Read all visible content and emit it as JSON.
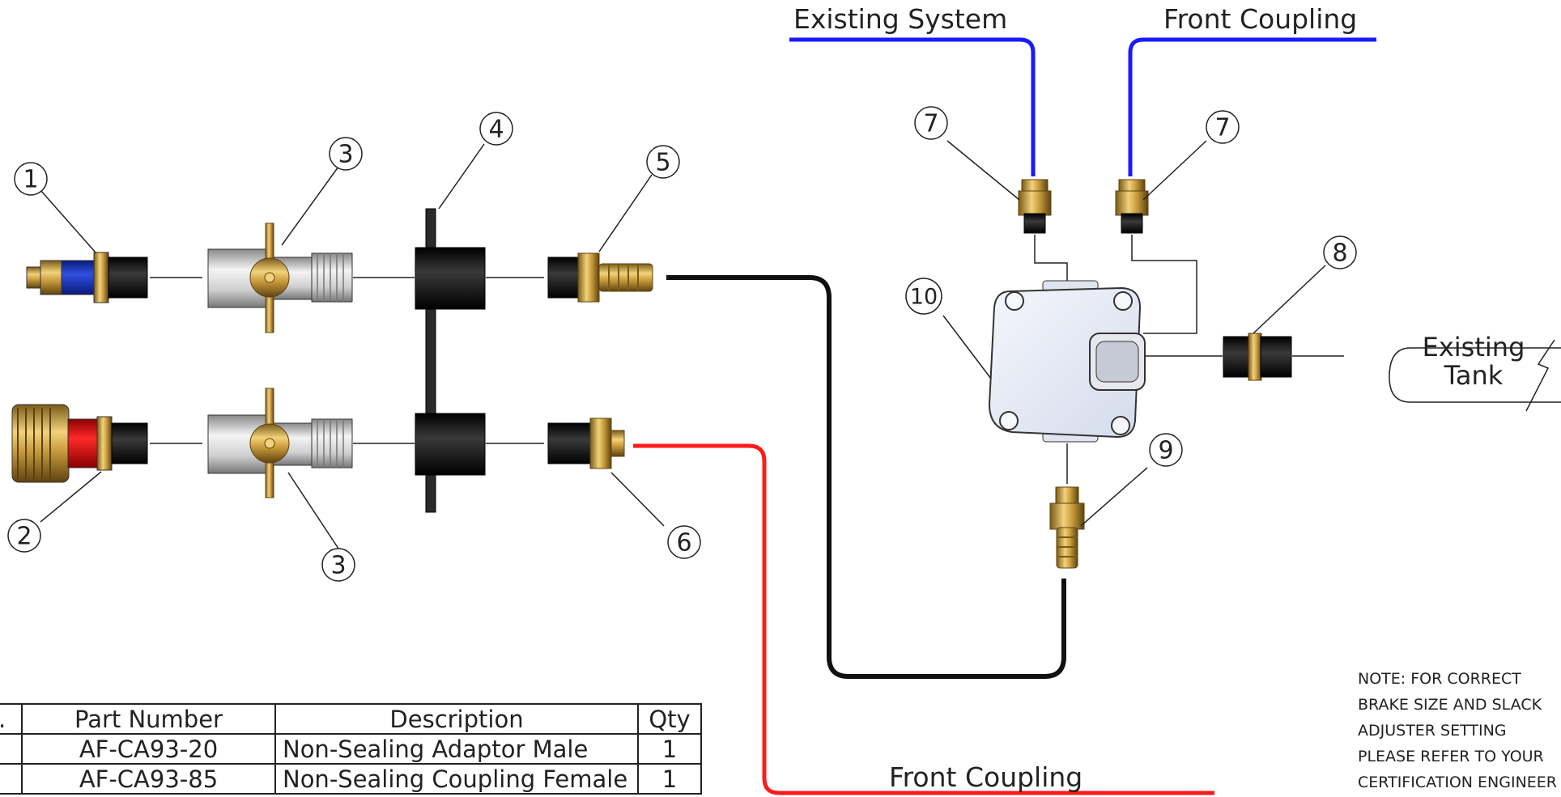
{
  "hose_labels": {
    "existing_system": "Existing System",
    "front_coupling_top": "Front Coupling",
    "front_coupling_bottom": "Front Coupling"
  },
  "tank_label": {
    "line1": "Existing",
    "line2": "Tank"
  },
  "callouts": {
    "c1": "1",
    "c2": "2",
    "c3a": "3",
    "c3b": "3",
    "c4": "4",
    "c5": "5",
    "c6": "6",
    "c7a": "7",
    "c7b": "7",
    "c8": "8",
    "c9": "9",
    "c10": "10"
  },
  "parts_table": {
    "headers": {
      "no": "o.",
      "part": "Part Number",
      "desc": "Description",
      "qty": "Qty"
    },
    "rows": [
      {
        "no": ".",
        "part": "AF-CA93-20",
        "desc": "Non-Sealing Adaptor Male",
        "qty": "1"
      },
      {
        "no": ".",
        "part": "AF-CA93-85",
        "desc": "Non-Sealing Coupling Female",
        "qty": "1"
      }
    ]
  },
  "note": "NOTE:  FOR CORRECT BRAKE SIZE AND SLACK ADJUSTER SETTING PLEASE REFER TO YOUR CERTIFICATION ENGINEER",
  "colors": {
    "blue_line": "#1a1aff",
    "red_line": "#ff1a1a",
    "black_line": "#111111",
    "brass": "#c89b3c",
    "blue_body": "#e6ecf7"
  }
}
